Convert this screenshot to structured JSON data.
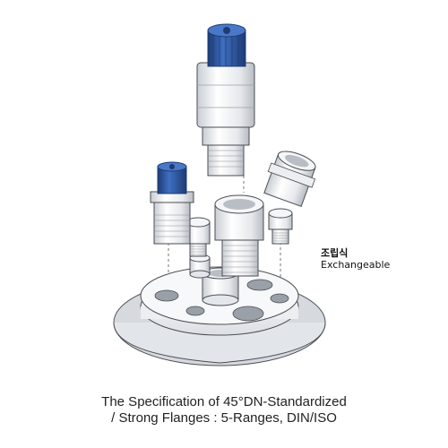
{
  "labels": {
    "exchange_korean": "조립식",
    "exchange_english": "Exchangeable"
  },
  "caption": {
    "line1": "The Specification of 45°DN-Standardized",
    "line2": "/ Strong Flanges : 5-Ranges, DIN/ISO"
  },
  "colors": {
    "cap_blue": "#2f5aa5",
    "cap_dark": "#1d3b74",
    "part_white": "#f3f4f6",
    "part_shade": "#c9cdd3",
    "outline": "#4a4d52",
    "guide_line": "#555555"
  }
}
